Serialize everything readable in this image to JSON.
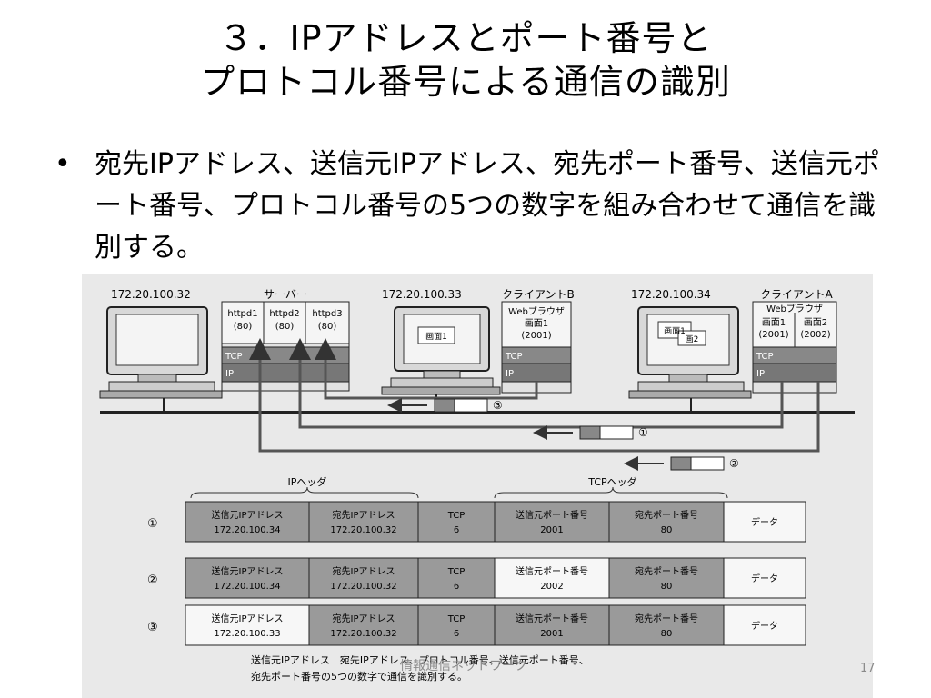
{
  "slide": {
    "title_line1": "３．IPアドレスとポート番号と",
    "title_line2": "プロトコル番号による通信の識別",
    "bullet_marker": "•",
    "bullet_text": "宛先IPアドレス、送信元IPアドレス、宛先ポート番号、送信元ポート番号、プロトコル番号の5つの数字を組み合わせて通信を識別する。",
    "footer_text": "情報通信ネットワーク",
    "page_number": "17"
  },
  "figure": {
    "server": {
      "ip": "172.20.100.32",
      "label": "サーバー",
      "apps": [
        {
          "name": "httpd1",
          "port": "(80)"
        },
        {
          "name": "httpd2",
          "port": "(80)"
        },
        {
          "name": "httpd3",
          "port": "(80)"
        }
      ],
      "tcp": "TCP",
      "ip_layer": "IP"
    },
    "client_b": {
      "ip": "172.20.100.33",
      "label": "クライアントB",
      "screen": "画面1",
      "app_line1": "Webブラウザ",
      "app_line2": "画面1",
      "app_line3": "(2001)",
      "tcp": "TCP",
      "ip_layer": "IP"
    },
    "client_a": {
      "ip": "172.20.100.34",
      "label": "クライアントA",
      "screen1": "画面1",
      "screen2": "画2",
      "app_title": "Webブラウザ",
      "app1_line1": "画面1",
      "app1_line2": "(2001)",
      "app2_line1": "画面2",
      "app2_line2": "(2002)",
      "tcp": "TCP",
      "ip_layer": "IP"
    },
    "flow_marks": [
      "③",
      "①",
      "②"
    ],
    "ip_header_label": "IPヘッダ",
    "tcp_header_label": "TCPヘッダ",
    "rows": [
      {
        "mark": "①",
        "src_ip_label": "送信元IPアドレス",
        "src_ip": "172.20.100.34",
        "dst_ip_label": "宛先IPアドレス",
        "dst_ip": "172.20.100.32",
        "proto_label": "TCP",
        "proto": "6",
        "src_port_label": "送信元ポート番号",
        "src_port": "2001",
        "dst_port_label": "宛先ポート番号",
        "dst_port": "80",
        "data": "データ"
      },
      {
        "mark": "②",
        "src_ip_label": "送信元IPアドレス",
        "src_ip": "172.20.100.34",
        "dst_ip_label": "宛先IPアドレス",
        "dst_ip": "172.20.100.32",
        "proto_label": "TCP",
        "proto": "6",
        "src_port_label": "送信元ポート番号",
        "src_port": "2002",
        "dst_port_label": "宛先ポート番号",
        "dst_port": "80",
        "data": "データ"
      },
      {
        "mark": "③",
        "src_ip_label": "送信元IPアドレス",
        "src_ip": "172.20.100.33",
        "dst_ip_label": "宛先IPアドレス",
        "dst_ip": "172.20.100.32",
        "proto_label": "TCP",
        "proto": "6",
        "src_port_label": "送信元ポート番号",
        "src_port": "2001",
        "dst_port_label": "宛先ポート番号",
        "dst_port": "80",
        "data": "データ"
      }
    ],
    "caption_line1": "送信元IPアドレス　宛先IPアドレス、プロトコル番号、送信元ポート番号、",
    "caption_line2": "宛先ポート番号の5つの数字で通信を識別する。",
    "colors": {
      "dark_cell": "#9a9a9a",
      "light_cell": "#f7f7f7",
      "figure_bg": "#e9e9e9"
    }
  }
}
